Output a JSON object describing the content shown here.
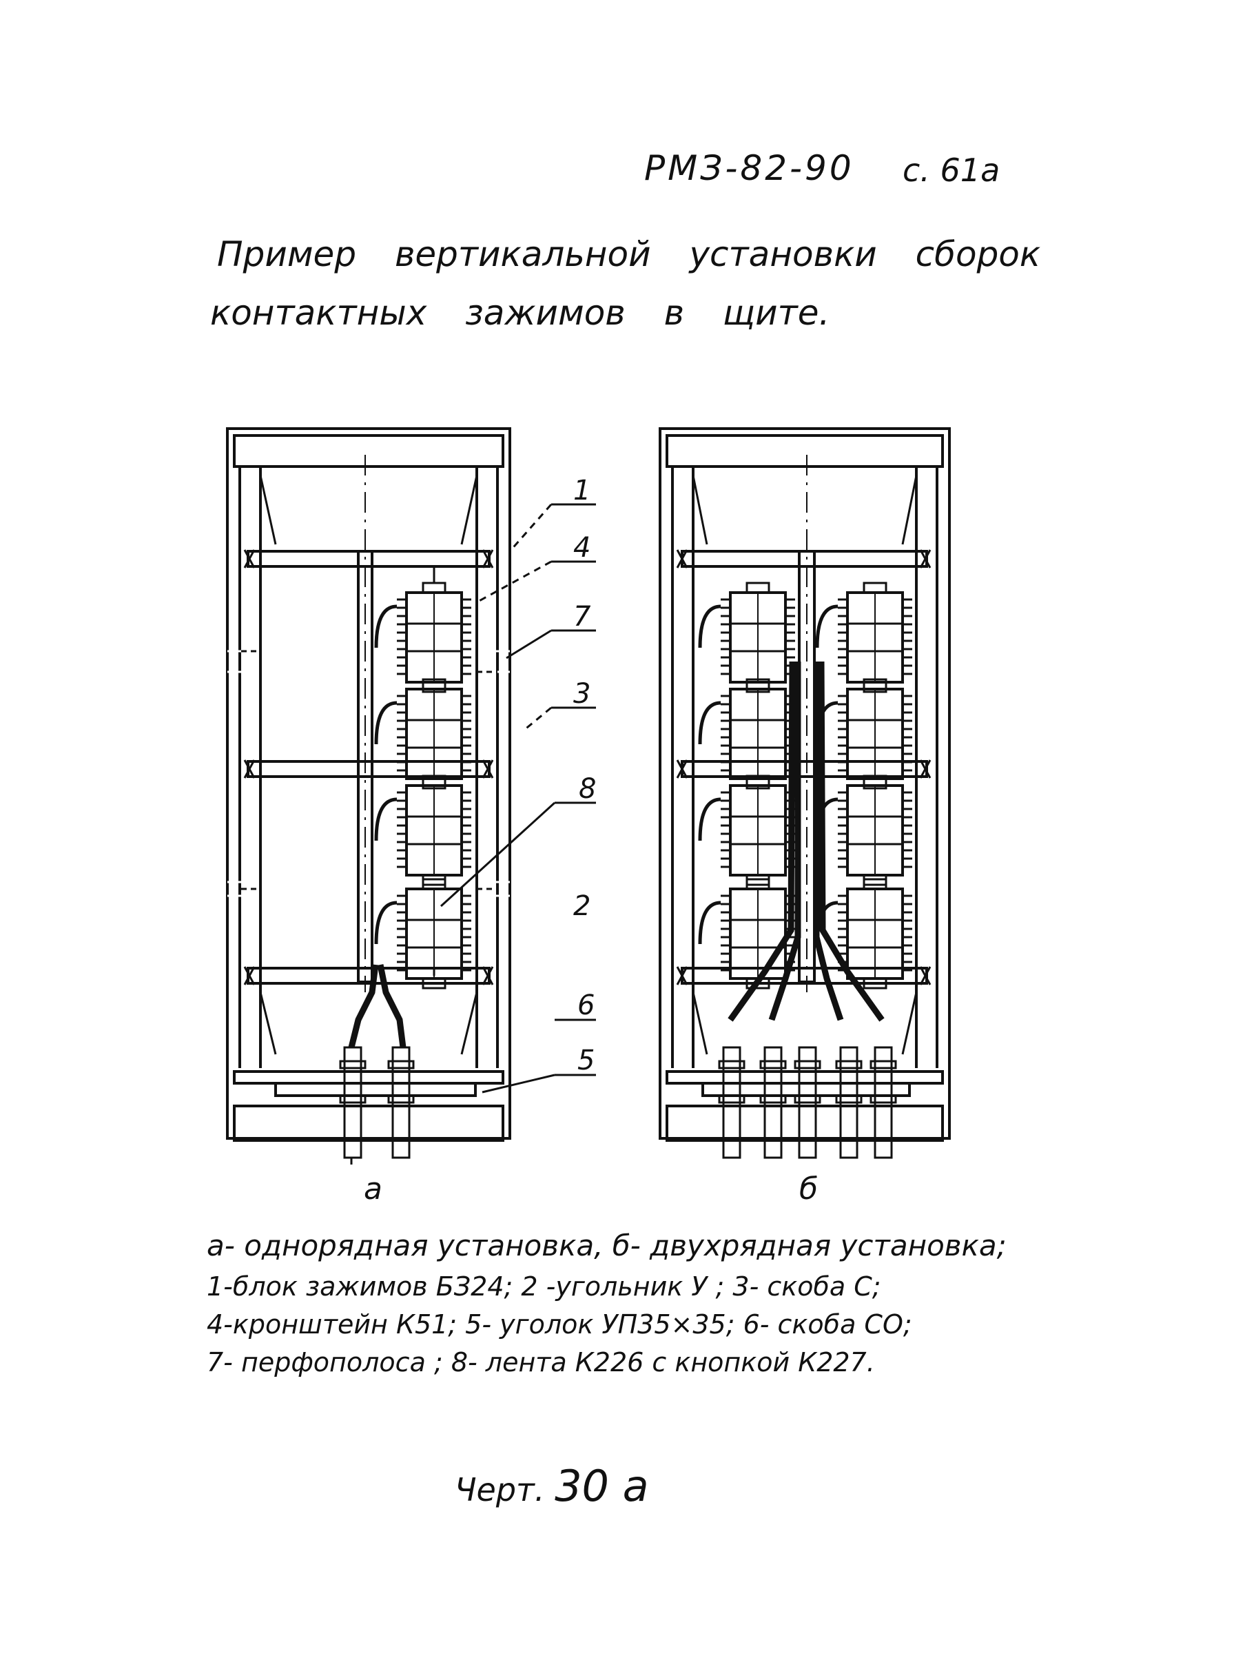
{
  "header": {
    "doc_code": "РМЗ-82-90",
    "page": "с. 61а"
  },
  "title": {
    "line1": "Пример вертикальной установки сборок",
    "line2": "контактных зажимов в щите."
  },
  "drawing": {
    "callouts": [
      "1",
      "4",
      "7",
      "3",
      "8",
      "2",
      "6",
      "5"
    ],
    "view_a_label": "а",
    "view_b_label": "б"
  },
  "legend": {
    "line1": "а- однорядная установка, б- двухрядная установка;",
    "line2": "1-блок зажимов БЗ24; 2 -угольник У ; 3- скоба С;",
    "line3": "4-кронштейн К51; 5- уголок УП35×35; 6- скоба СО;",
    "line4": "7- перфополоса ; 8- лента К226 с кнопкой К227."
  },
  "caption": {
    "prefix": "Черт.",
    "number": "30 а"
  }
}
